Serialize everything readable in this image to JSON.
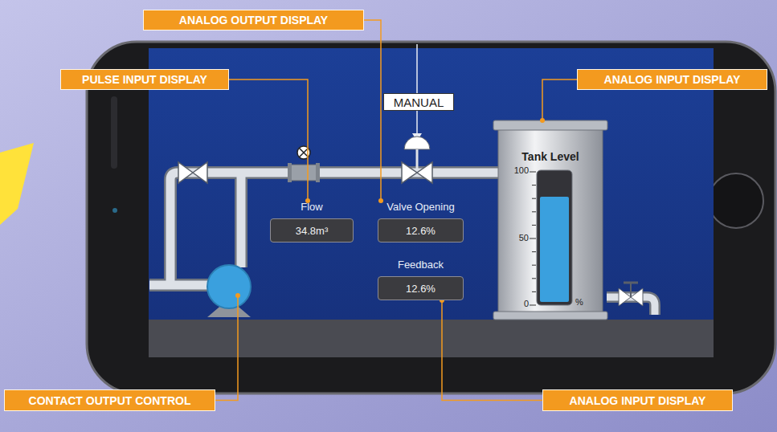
{
  "diagram": {
    "nodes": [
      {
        "text": [
          "ANALOG OUTPUT DISPLAY"
        ]
      },
      {
        "text": [
          "PULSE INPUT DISPLAY"
        ]
      },
      {
        "text": [
          "MANUAL"
        ]
      },
      {
        "text": [
          "ANALOG INPUT DISPLAY"
        ]
      },
      {
        "text": [
          "Tank Level"
        ]
      },
      {
        "text": [
          "Flow",
          "34.8m³"
        ]
      },
      {
        "text": [
          "Valve Opening",
          "12.6%"
        ]
      },
      {
        "text": [
          "Feedback",
          "12.6%"
        ]
      },
      {
        "text": [
          "CONTACT OUTPUT CONTROL"
        ]
      },
      {
        "text": [
          "ANALOG INPUT DISPLAY"
        ]
      }
    ],
    "edges": [
      {
        "from": 0,
        "to": 6,
        "arrow": "none"
      },
      {
        "from": 1,
        "to": 5,
        "arrow": "none"
      },
      {
        "from": 3,
        "to": 4,
        "arrow": "none"
      },
      {
        "from": 9,
        "to": 7,
        "arrow": "none"
      }
    ],
    "labels": [
      "100",
      "50",
      "0",
      "%"
    ]
  }
}
